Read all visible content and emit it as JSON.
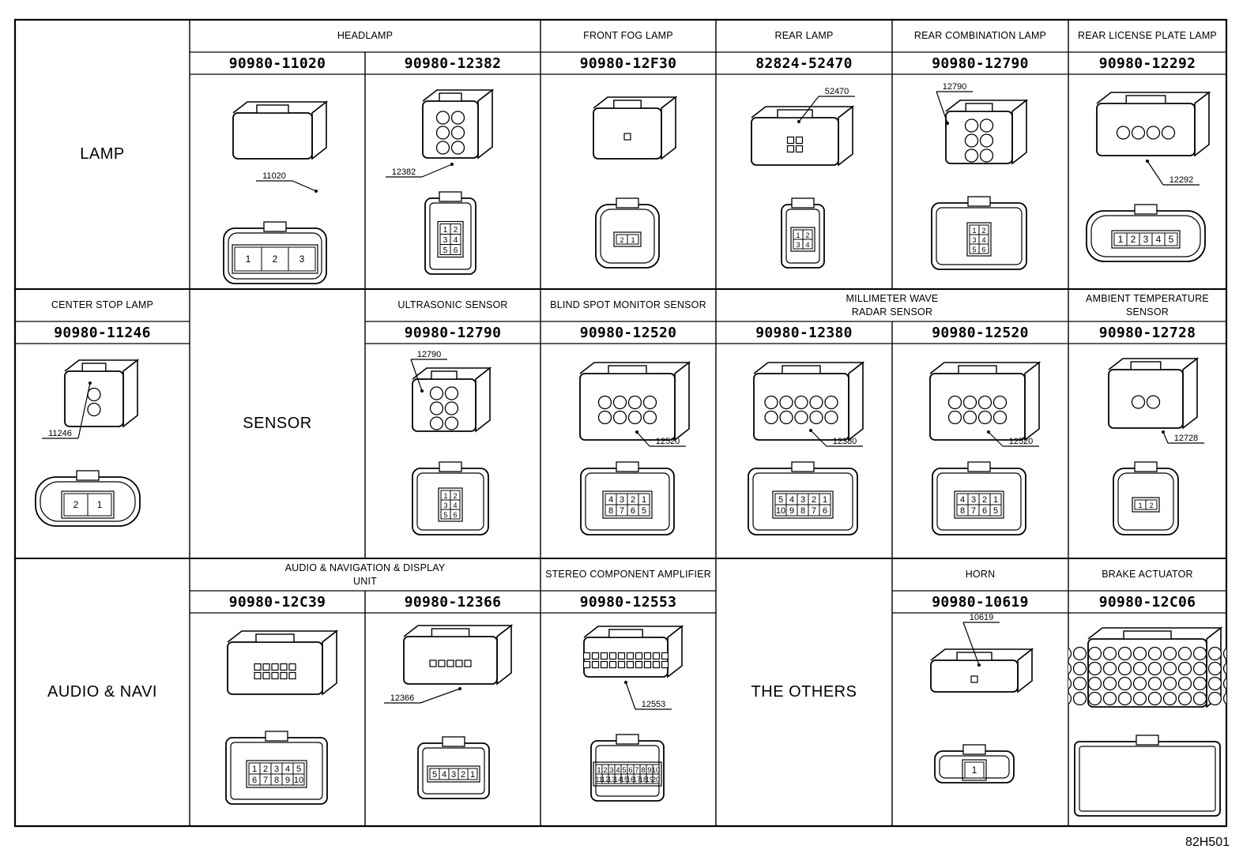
{
  "diagram_id": "82H501",
  "categories": {
    "lamp": "LAMP",
    "sensor": "SENSOR",
    "audio_navi": "AUDIO & NAVI",
    "others": "THE OTHERS"
  },
  "components": {
    "headlamp": "HEADLAMP",
    "front_fog_lamp": "FRONT FOG LAMP",
    "rear_lamp": "REAR LAMP",
    "rear_combination_lamp": "REAR COMBINATION LAMP",
    "rear_license_plate_lamp": "REAR LICENSE PLATE LAMP",
    "center_stop_lamp": "CENTER STOP LAMP",
    "ultrasonic_sensor": "ULTRASONIC SENSOR",
    "blind_spot_monitor_sensor": "BLIND SPOT MONITOR SENSOR",
    "millimeter_wave_radar_sensor": "MILLIMETER WAVE\nRADAR SENSOR",
    "ambient_temperature_sensor": "AMBIENT TEMPERATURE\nSENSOR",
    "audio_navigation_display_unit": "AUDIO & NAVIGATION & DISPLAY\nUNIT",
    "stereo_component_amplifier": "STEREO COMPONENT AMPLIFIER",
    "horn": "HORN",
    "brake_actuator": "BRAKE ACTUATOR"
  },
  "connectors": [
    {
      "part": "90980-11020",
      "ref": "11020",
      "pins": [
        "1",
        "2",
        "3"
      ]
    },
    {
      "part": "90980-12382",
      "ref": "12382",
      "pins": [
        "1",
        "2",
        "3",
        "4",
        "5",
        "6"
      ]
    },
    {
      "part": "90980-12F30",
      "ref": "",
      "pins": [
        "2",
        "1"
      ]
    },
    {
      "part": "82824-52470",
      "ref": "52470",
      "pins": [
        "1",
        "2",
        "3",
        "4"
      ]
    },
    {
      "part": "90980-12790",
      "ref": "12790",
      "pins": [
        "1",
        "2",
        "3",
        "4",
        "5",
        "6"
      ]
    },
    {
      "part": "90980-12292",
      "ref": "12292",
      "pins": [
        "1",
        "2",
        "3",
        "4",
        "5"
      ]
    },
    {
      "part": "90980-11246",
      "ref": "11246",
      "pins": [
        "2",
        "1"
      ]
    },
    {
      "part": "90980-12790",
      "ref": "12790",
      "pins": [
        "1",
        "2",
        "3",
        "4",
        "5",
        "6"
      ]
    },
    {
      "part": "90980-12520",
      "ref": "12520",
      "pins": [
        "4",
        "3",
        "2",
        "1",
        "8",
        "7",
        "6",
        "5"
      ]
    },
    {
      "part": "90980-12380",
      "ref": "12380",
      "pins": [
        "5",
        "4",
        "3",
        "2",
        "1",
        "10",
        "9",
        "8",
        "7",
        "6"
      ]
    },
    {
      "part": "90980-12520",
      "ref": "12520",
      "pins": [
        "4",
        "3",
        "2",
        "1",
        "8",
        "7",
        "6",
        "5"
      ]
    },
    {
      "part": "90980-12728",
      "ref": "12728",
      "pins": [
        "1",
        "2"
      ]
    },
    {
      "part": "90980-12C39",
      "ref": "",
      "pins": [
        "1",
        "2",
        "3",
        "4",
        "5",
        "6",
        "7",
        "8",
        "9",
        "10"
      ]
    },
    {
      "part": "90980-12366",
      "ref": "12366",
      "pins": [
        "5",
        "4",
        "3",
        "2",
        "1"
      ]
    },
    {
      "part": "90980-12553",
      "ref": "12553",
      "pins": [
        "1",
        "2",
        "3",
        "4",
        "5",
        "6",
        "7",
        "8",
        "9",
        "10",
        "11",
        "12",
        "13",
        "14",
        "15",
        "16",
        "17",
        "18",
        "19",
        "20"
      ]
    },
    {
      "part": "90980-10619",
      "ref": "10619",
      "pins": [
        "1"
      ]
    },
    {
      "part": "90980-12C06",
      "ref": "",
      "pins": []
    }
  ]
}
